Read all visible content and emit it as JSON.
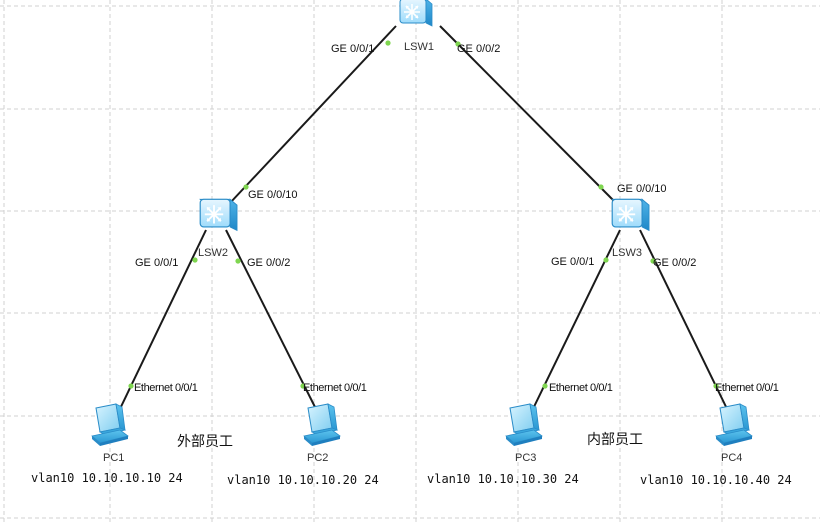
{
  "topology": {
    "grid_color": "#d0d0d0",
    "link_color": "#1a1a1a",
    "port_dot_color": "#7fd650",
    "switch_color": "#5fb8e8",
    "pc_color": "#4fb6e3"
  },
  "devices": {
    "lsw1": {
      "label": "LSW1",
      "icon": "switch-icon"
    },
    "lsw2": {
      "label": "LSW2",
      "icon": "switch-icon"
    },
    "lsw3": {
      "label": "LSW3",
      "icon": "switch-icon"
    },
    "pc1": {
      "label": "PC1",
      "icon": "pc-icon",
      "vlan_info": "vlan10 10.10.10.10 24"
    },
    "pc2": {
      "label": "PC2",
      "icon": "pc-icon",
      "vlan_info": "vlan10 10.10.10.20 24"
    },
    "pc3": {
      "label": "PC3",
      "icon": "pc-icon",
      "vlan_info": "vlan10 10.10.10.30 24"
    },
    "pc4": {
      "label": "PC4",
      "icon": "pc-icon",
      "vlan_info": "vlan10 10.10.10.40 24"
    }
  },
  "ports": {
    "lsw1_to_lsw2": "GE 0/0/1",
    "lsw1_to_lsw3": "GE 0/0/2",
    "lsw2_uplink": "GE 0/0/10",
    "lsw3_uplink": "GE 0/0/10",
    "lsw2_to_pc1": "GE 0/0/1",
    "lsw2_to_pc2": "GE 0/0/2",
    "lsw3_to_pc3": "GE 0/0/1",
    "lsw3_to_pc4": "GE 0/0/2",
    "pc1_eth": "Ethernet 0/0/1",
    "pc2_eth": "Ethernet 0/0/1",
    "pc3_eth": "Ethernet 0/0/1",
    "pc4_eth": "Ethernet 0/0/1"
  },
  "groups": {
    "external": "外部员工",
    "internal": "内部员工"
  }
}
